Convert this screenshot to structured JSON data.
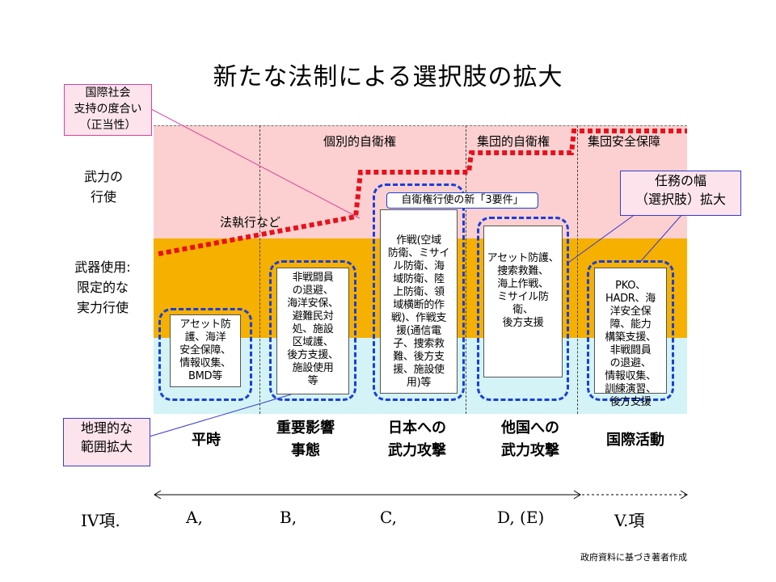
{
  "title": "新たな法制による選択肢の拡大",
  "callouts": {
    "legitimacy": "国際社会\n支持の度合い\n（正当性）",
    "geographic": "地理的な\n範囲拡大",
    "mission": "任務の幅\n（選択肢）拡大"
  },
  "row_labels": {
    "force": "武力の\n行使",
    "weapons": "武器使用:\n限定的な\n実力行使"
  },
  "zone_labels": {
    "individual": "個別的自衛権",
    "collective": "集団的自衛権",
    "collective_security": "集団安全保障",
    "law_enforcement": "法執行など"
  },
  "requirements_label": "自衛権行使の新「3要件」",
  "boxes": {
    "peacetime": "アセット防\n護、海洋\n安全保障、\n情報収集、\nBMD等",
    "important": "非戦闘員\nの退避、\n海洋安保、\n避難民対\n処、施設\n区域護、\n後方支援、\n施設使用\n等",
    "japan_attack": "作戦(空域\n防衛、ミサイ\nル防衛、海\n域防衛、陸\n上防衛、領\n域横断的作\n戦)、作戦支\n援(通信電\n子、捜索救\n難、後方支\n援、施設使\n用)等",
    "other_attack": "アセット防護、\n捜索救難、\n海上作戦、\nミサイル防\n衛、\n後方支援",
    "international": "PKO、\nHADR、海\n洋安全保\n障、能力\n構築支援、\n非戦闘員\nの退避、\n情報収集、\n訓練演習、\n後方支援"
  },
  "categories": {
    "peacetime": "平時",
    "important": "重要影響\n事態",
    "japan_attack": "日本への\n武力攻撃",
    "other_attack": "他国への\n武力攻撃",
    "international": "国際活動"
  },
  "items": {
    "iv": "IV項.",
    "a": "A,",
    "b": "B,",
    "c": "C,",
    "de": "D, (E)",
    "v": "V.項"
  },
  "source": "政府資料に基づき著者作成",
  "colors": {
    "force_band": "#fcd0d0",
    "weapons_band": "#f5b000",
    "peace_band": "#d3f3f6",
    "dashed_red": "#e8101a",
    "dashed_blue": "#1a3fd9"
  }
}
